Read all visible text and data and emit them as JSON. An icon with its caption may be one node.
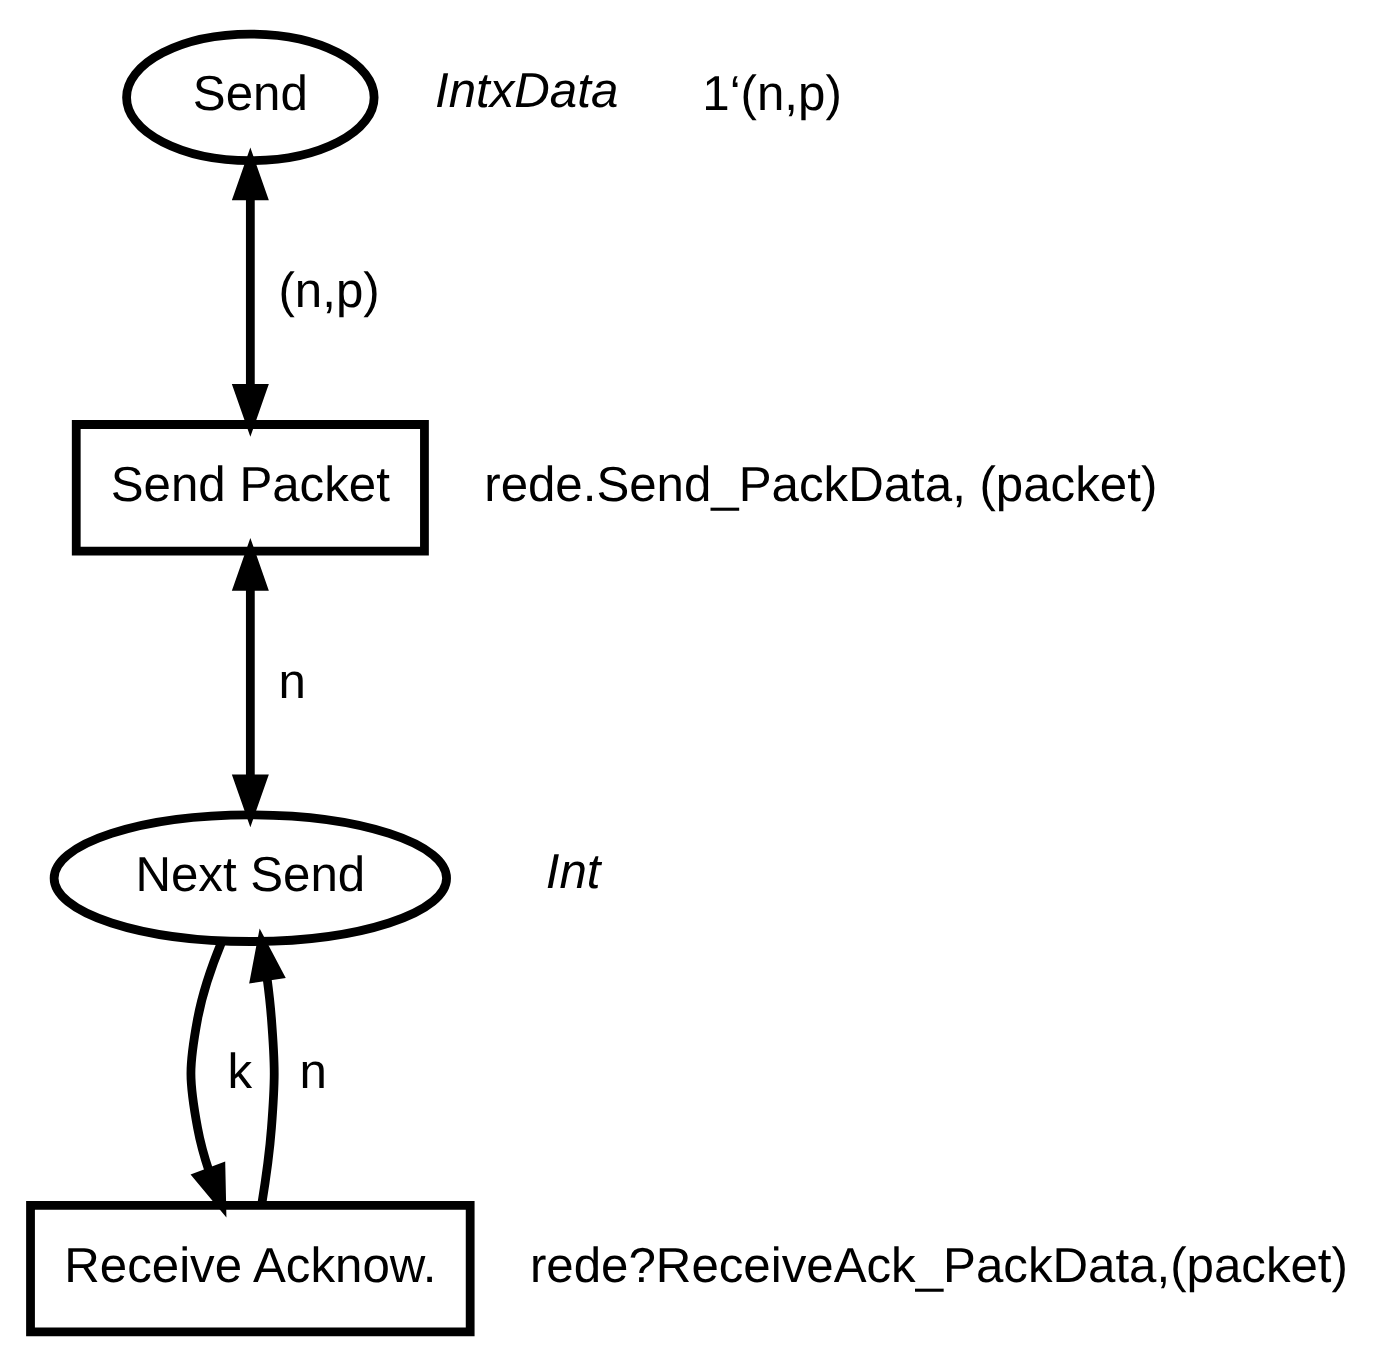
{
  "diagram": {
    "nodes": [
      {
        "text": [
          "Send"
        ],
        "beside": [
          "IntxData",
          "1‘(n,p)"
        ]
      },
      {
        "text": [
          "Send Packet"
        ],
        "beside": [
          "rede.Send_PackData, (packet)"
        ]
      },
      {
        "text": [
          "Next Send"
        ],
        "beside": [
          "Int"
        ]
      },
      {
        "text": [
          "Receive Acknow."
        ],
        "beside": [
          "rede?ReceiveAck_PackData,(packet)"
        ]
      }
    ],
    "edges": [
      {
        "from": 0,
        "to": 1,
        "arrow": "both",
        "label": "(n,p)"
      },
      {
        "from": 1,
        "to": 2,
        "arrow": "both",
        "label": "n"
      },
      {
        "from": 2,
        "to": 3,
        "arrow": "to",
        "label": "k"
      },
      {
        "from": 3,
        "to": 2,
        "arrow": "to",
        "label": "n"
      }
    ]
  }
}
